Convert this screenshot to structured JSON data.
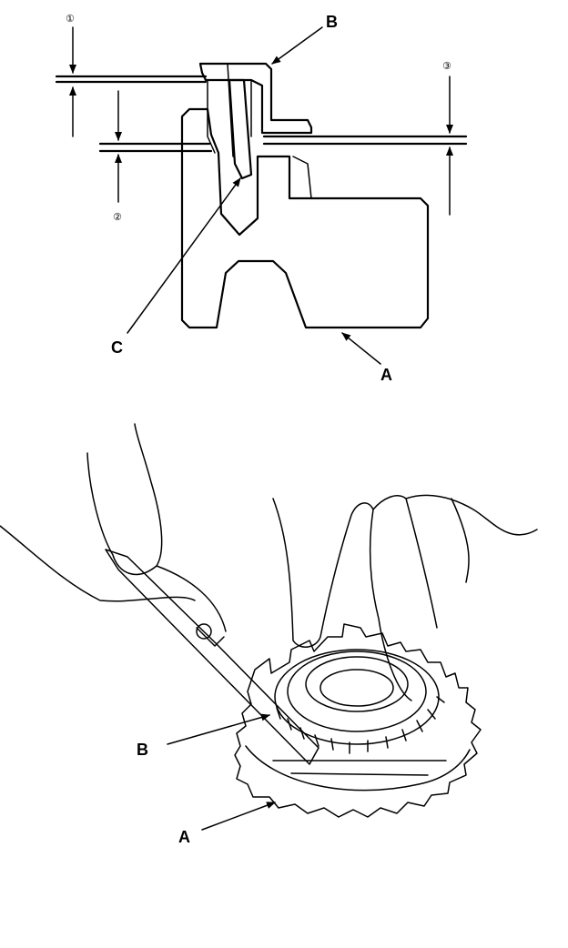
{
  "top_diagram": {
    "labels": {
      "a": "A",
      "b": "B",
      "c": "C",
      "dim1": "①",
      "dim2": "②",
      "dim3": "③"
    }
  },
  "bottom_illustration": {
    "labels": {
      "a": "A",
      "b": "B"
    }
  }
}
